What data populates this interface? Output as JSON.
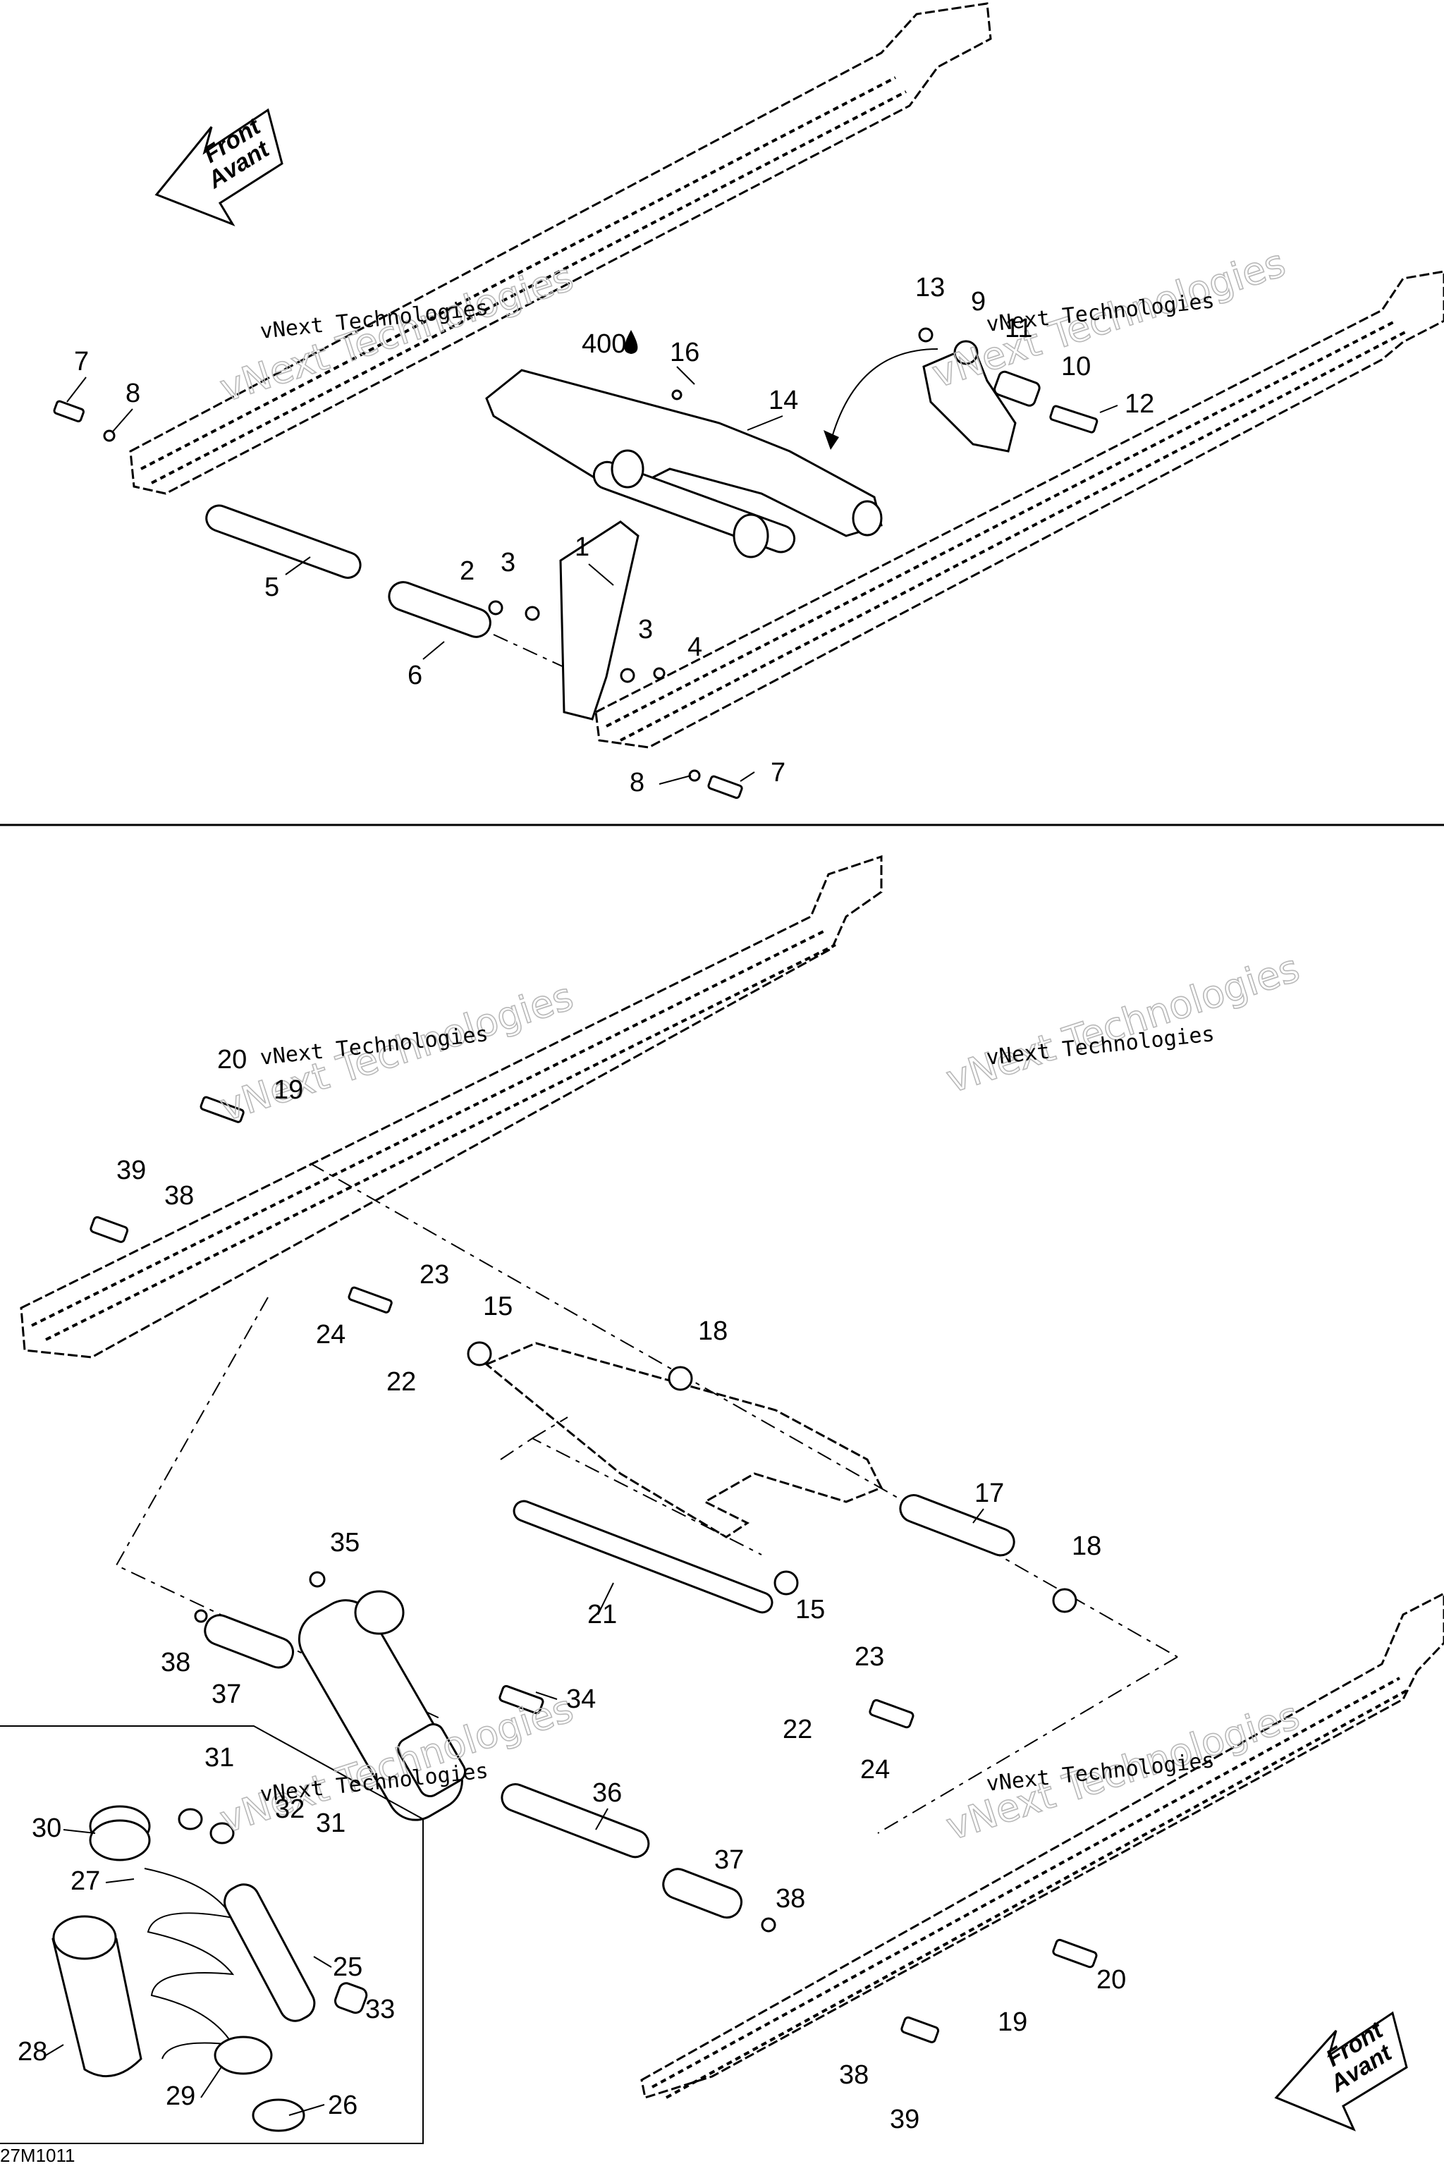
{
  "diagram_code": "27M1011",
  "direction_arrow": {
    "line1": "Front",
    "line2": "Avant"
  },
  "watermark": {
    "line1": "vNext Technologies",
    "line2": "vNext Technologies"
  },
  "oil_symbol_label": "400",
  "callouts": [
    "1",
    "2",
    "3",
    "4",
    "5",
    "6",
    "7",
    "8",
    "9",
    "10",
    "11",
    "12",
    "13",
    "14",
    "15",
    "16",
    "17",
    "18",
    "19",
    "20",
    "21",
    "22",
    "23",
    "24",
    "25",
    "26",
    "27",
    "28",
    "29",
    "30",
    "31",
    "32",
    "33",
    "34",
    "35",
    "36",
    "37",
    "38",
    "39"
  ]
}
